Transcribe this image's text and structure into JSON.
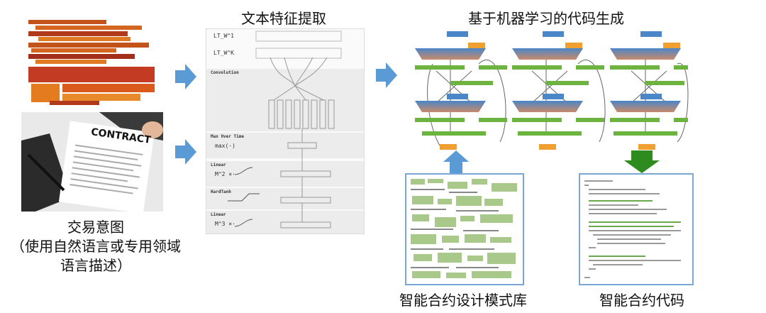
{
  "titles": {
    "feature_extraction": "文本特征提取",
    "codegen": "基于机器学习的代码生成"
  },
  "left": {
    "contract_word": "CONTRACT",
    "caption_line1": "交易意图",
    "caption_line2": "（使用自然语言或专用领域",
    "caption_line3": "语言描述）"
  },
  "cnn": {
    "layers": [
      {
        "name": "Convolution"
      },
      {
        "name": "Max Over Time"
      },
      {
        "name": "Linear"
      },
      {
        "name": "HardTanh"
      },
      {
        "name": "Linear"
      }
    ],
    "inputs": [
      "LT_W^1",
      "LT_W^K"
    ],
    "ops": [
      "max(·)",
      "M^2 ×·",
      "M^3 ×·"
    ]
  },
  "bottom": {
    "pattern_library": "智能合约设计模式库",
    "contract_code": "智能合约代码"
  },
  "colors": {
    "arrow_blue": "#5b9bd5",
    "arrow_green": "#2e8b1e",
    "block_blue": "#4a86c8",
    "block_orange": "#f0a030",
    "block_green": "#6db33f",
    "panel_border": "#7aa7d8"
  }
}
